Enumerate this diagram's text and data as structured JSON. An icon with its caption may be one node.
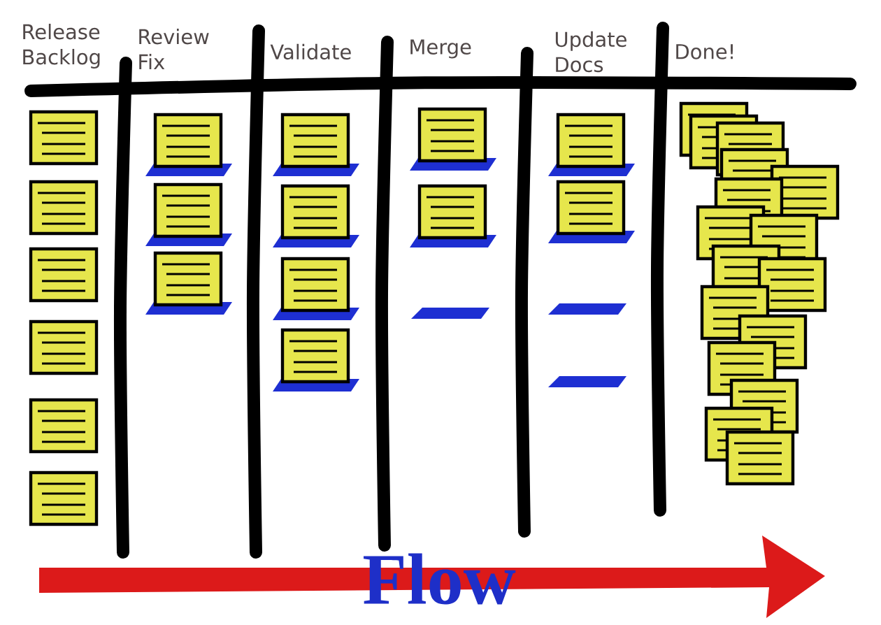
{
  "diagram": {
    "labels": [
      "Release Backlog",
      "Review Fix",
      "Validate",
      "Merge",
      "Update Docs",
      "Done!",
      "Flow"
    ]
  }
}
